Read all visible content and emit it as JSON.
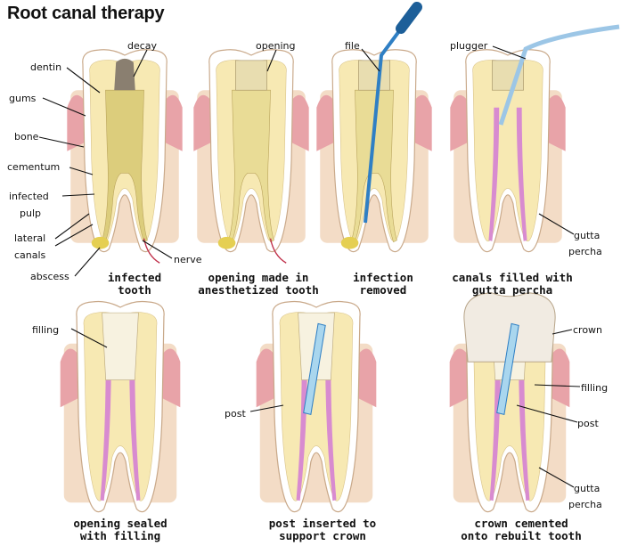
{
  "title": "Root canal therapy",
  "labels": {
    "decay": "decay",
    "dentin": "dentin",
    "gums": "gums",
    "bone": "bone",
    "cementum": "cementum",
    "infected_pulp_1": "infected",
    "infected_pulp_2": "pulp",
    "lateral_canals_1": "lateral",
    "lateral_canals_2": "canals",
    "abscess": "abscess",
    "nerve": "nerve",
    "opening": "opening",
    "file": "file",
    "plugger": "plugger",
    "gutta_percha_1": "gutta",
    "gutta_percha_2": "percha",
    "filling": "filling",
    "post": "post",
    "crown": "crown",
    "filling_r": "filling",
    "post_r": "post",
    "gutta_percha_r1": "gutta",
    "gutta_percha_r2": "percha"
  },
  "captions": [
    {
      "line1": "infected",
      "line2": "tooth"
    },
    {
      "line1": "opening made in",
      "line2": "anesthetized tooth"
    },
    {
      "line1": "infection",
      "line2": "removed"
    },
    {
      "line1": "canals filled with",
      "line2": "gutta percha"
    },
    {
      "line1": "opening sealed",
      "line2": "with filling"
    },
    {
      "line1": "post inserted to",
      "line2": "support crown"
    },
    {
      "line1": "crown cemented",
      "line2": "onto rebuilt tooth"
    }
  ],
  "colors": {
    "gum": "#e8a3a8",
    "bone": "#f3dcc6",
    "enamel": "#ffffff",
    "dentin": "#f7e9b3",
    "pulp": "#e9dc96",
    "decay": "#8a7f70",
    "gutta_percha": "#d88bd0",
    "tool_blue": "#2f7fc4",
    "abscess": "#e5cf52",
    "crown": "#f1ebe2"
  }
}
